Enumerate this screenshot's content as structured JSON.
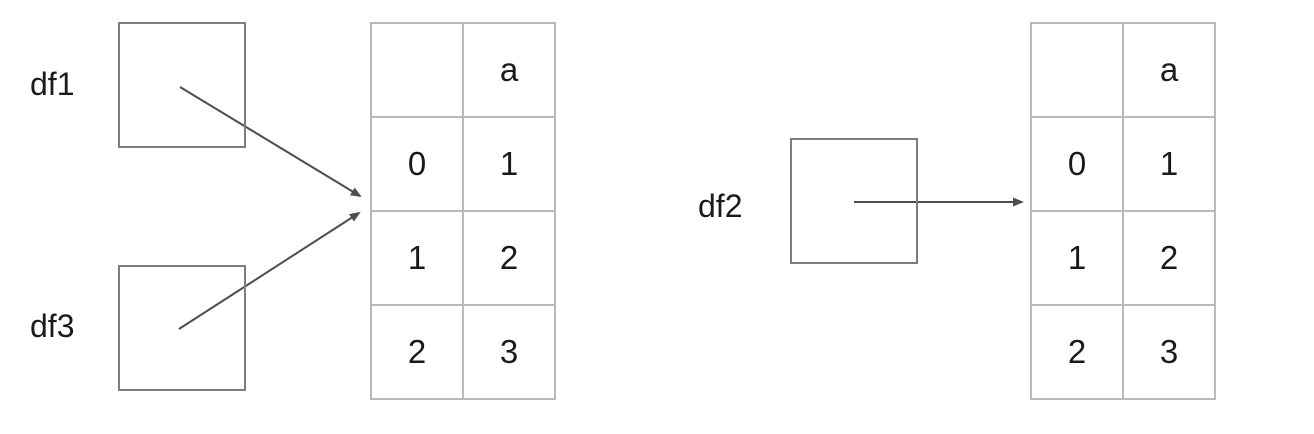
{
  "labels": {
    "df1": "df1",
    "df3": "df3",
    "df2": "df2"
  },
  "left_table": {
    "header": [
      "",
      "a"
    ],
    "rows": [
      [
        "0",
        "1"
      ],
      [
        "1",
        "2"
      ],
      [
        "2",
        "3"
      ]
    ]
  },
  "right_table": {
    "header": [
      "",
      "a"
    ],
    "rows": [
      [
        "0",
        "1"
      ],
      [
        "1",
        "2"
      ],
      [
        "2",
        "3"
      ]
    ]
  },
  "colors": {
    "table_border": "#b9b9b9",
    "box_border": "#7d7d7d",
    "arrow": "#4d4d4d",
    "text": "#1a1a1a",
    "background": "#ffffff"
  }
}
